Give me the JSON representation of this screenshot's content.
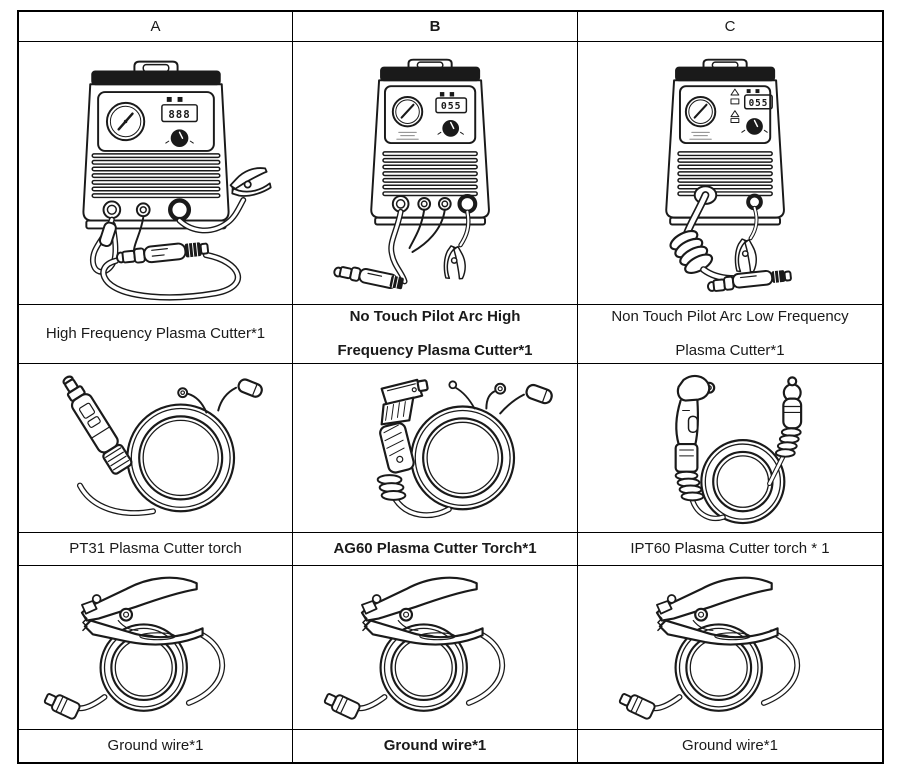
{
  "header": {
    "a": "A",
    "b": "B",
    "c": "C"
  },
  "rows": {
    "machines": {
      "a": {
        "label": "High Frequency Plasma Cutter*1",
        "display": "888"
      },
      "b": {
        "label": "No Touch Pilot Arc High Frequency Plasma Cutter*1",
        "display": "055"
      },
      "c": {
        "label": "Non Touch Pilot Arc Low Frequency Plasma Cutter*1",
        "display": "055"
      }
    },
    "torches": {
      "a": {
        "label": "PT31 Plasma Cutter torch"
      },
      "b": {
        "label": "AG60 Plasma Cutter Torch*1"
      },
      "c": {
        "label": "IPT60 Plasma Cutter torch * 1"
      }
    },
    "ground": {
      "a": {
        "label": "Ground wire*1"
      },
      "b": {
        "label": "Ground wire*1"
      },
      "c": {
        "label": "Ground wire*1"
      }
    }
  },
  "colors": {
    "line": "#1a1a1a",
    "border": "#000000",
    "background": "#ffffff"
  }
}
